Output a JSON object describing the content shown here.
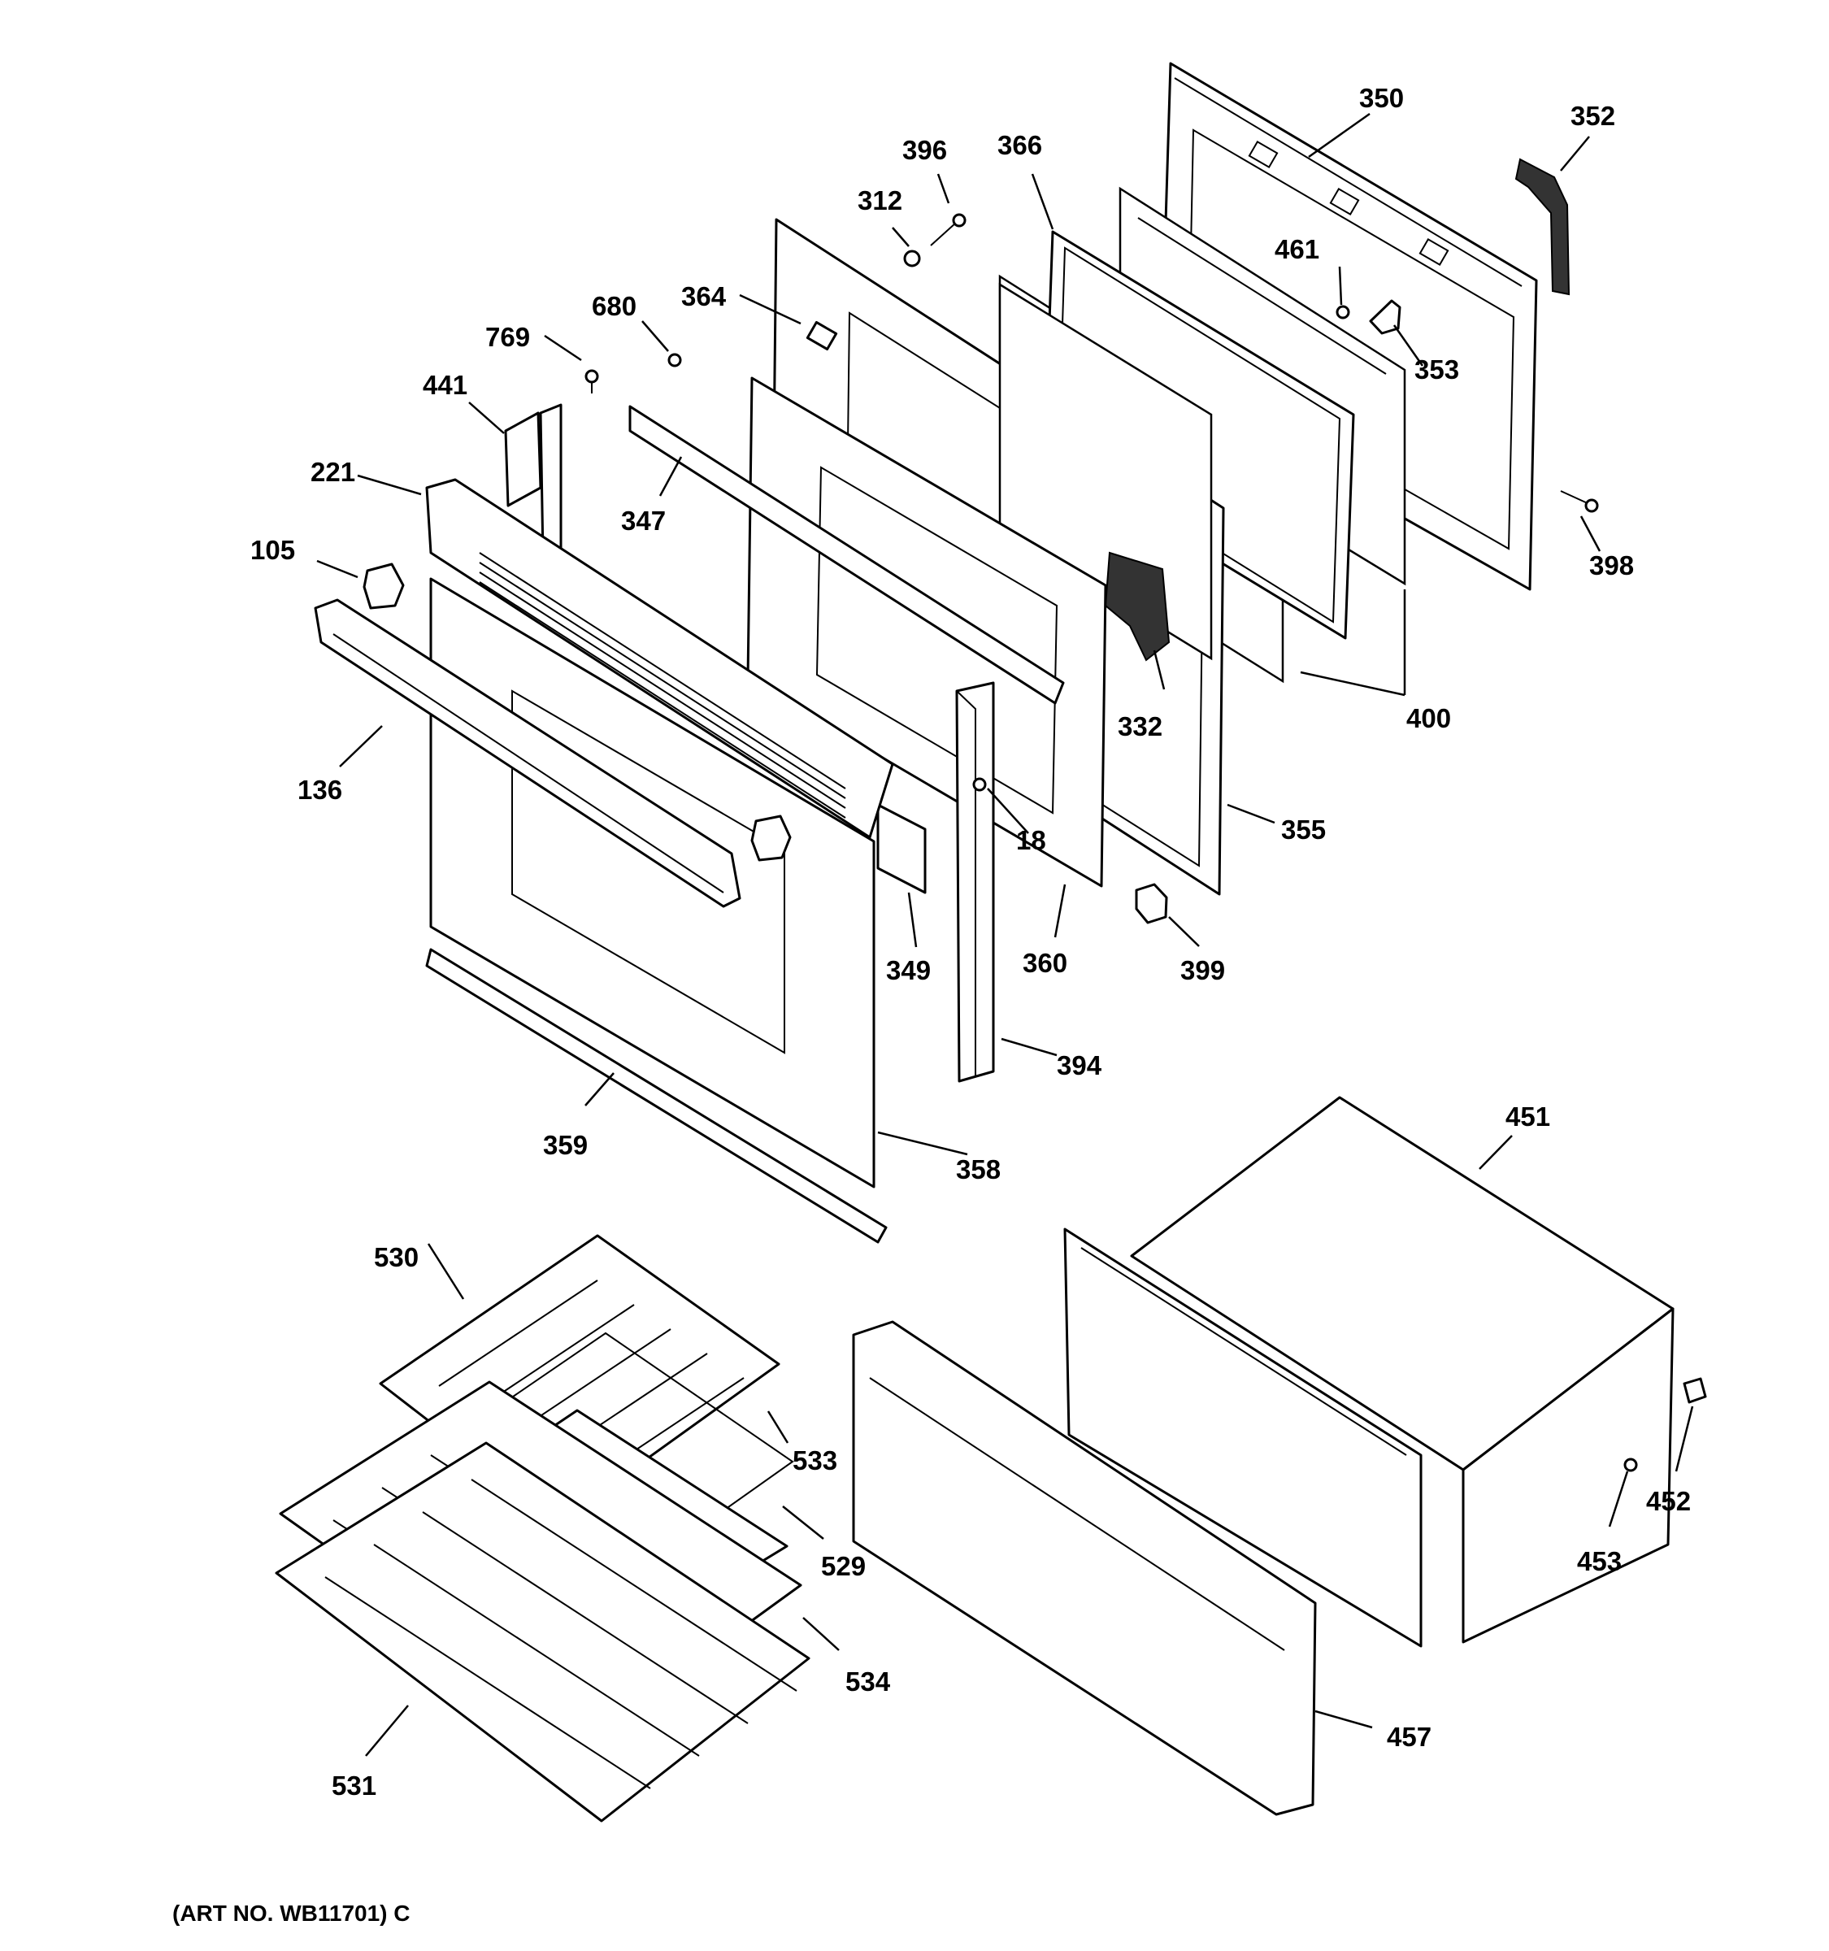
{
  "diagram": {
    "art_number": "(ART NO. WB11701) C",
    "callouts": {
      "c350": "350",
      "c352": "352",
      "c396": "396",
      "c366": "366",
      "c312": "312",
      "c461": "461",
      "c680": "680",
      "c364": "364",
      "c769": "769",
      "c353": "353",
      "c441": "441",
      "c221": "221",
      "c347": "347",
      "c398": "398",
      "c105": "105",
      "c332": "332",
      "c400": "400",
      "c136": "136",
      "c18": "18",
      "c355": "355",
      "c349": "349",
      "c360": "360",
      "c399": "399",
      "c394": "394",
      "c451": "451",
      "c359": "359",
      "c358": "358",
      "c530": "530",
      "c533": "533",
      "c452": "452",
      "c529": "529",
      "c453": "453",
      "c534": "534",
      "c457": "457",
      "c531": "531"
    }
  }
}
